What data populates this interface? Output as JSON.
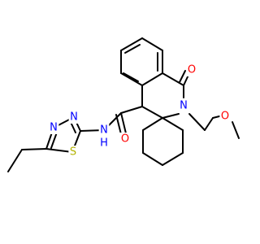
{
  "molecule": {
    "colors": {
      "bond": "#000000",
      "N": "#0000FF",
      "O": "#FF0000",
      "S": "#B2B200",
      "background": "#FFFFFF"
    },
    "atom_labels": {
      "n_thiadiazole_top": "N",
      "n_thiadiazole_left": "N",
      "s_thiadiazole": "S",
      "nh_amide": "N",
      "h_amide": "H",
      "o_amide": "O",
      "o_lactam": "O",
      "n_lactam": "N",
      "o_ether": "O"
    }
  }
}
